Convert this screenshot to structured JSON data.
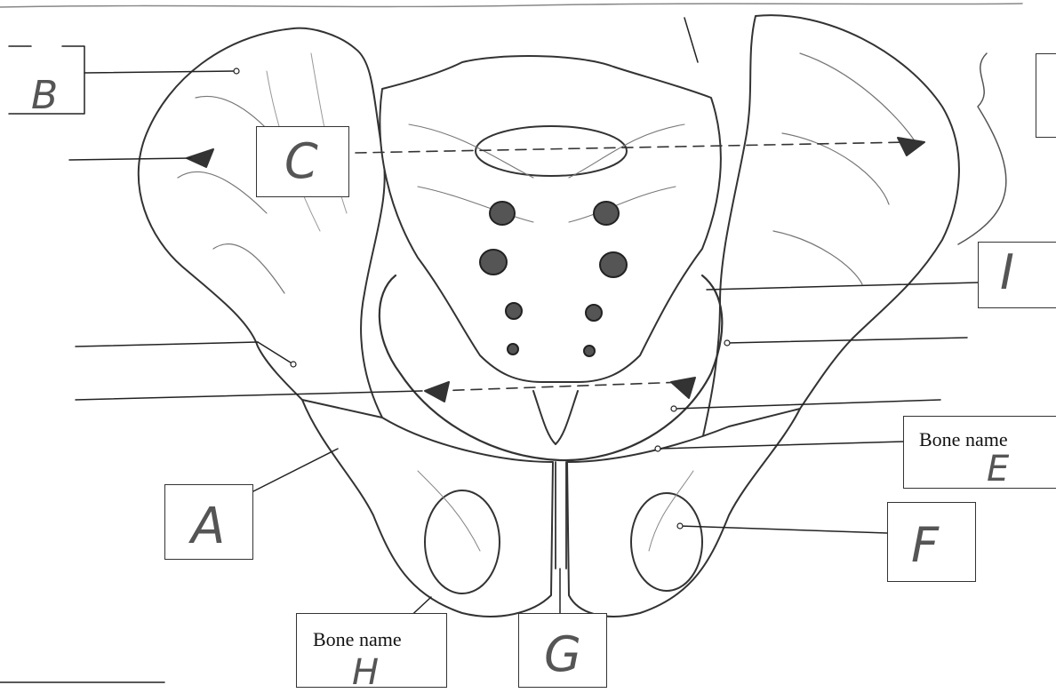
{
  "diagram": {
    "labels": {
      "A": "A",
      "B": "B",
      "C": "C",
      "E": "E",
      "F": "F",
      "G": "G",
      "H": "H",
      "I": "I"
    },
    "captions": {
      "bone_name_e": "Bone name",
      "bone_name_h": "Bone name"
    },
    "colors": {
      "ink": "#333333",
      "background": "#ffffff"
    }
  }
}
